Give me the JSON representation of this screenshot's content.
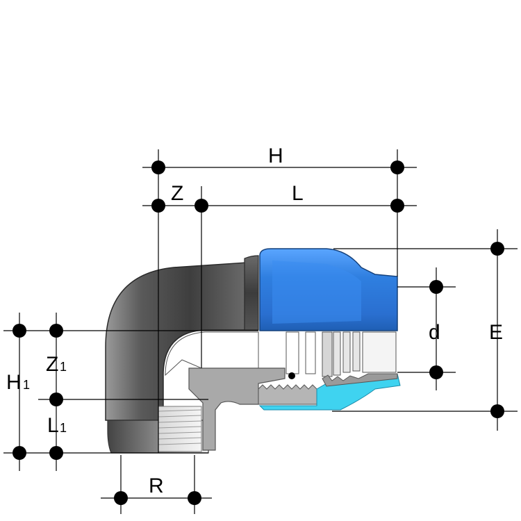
{
  "labels": {
    "H": "H",
    "Z": "Z",
    "L": "L",
    "d": "d",
    "E": "E",
    "H1_main": "H",
    "H1_sub": "1",
    "Z1_main": "Z",
    "Z1_sub": "1",
    "L1_main": "L",
    "L1_sub": "1",
    "R": "R"
  },
  "colors": {
    "body_dark": "#4a4a4a",
    "body_mid": "#8a8a8a",
    "cut_gray": "#a9a9a9",
    "nut_blue": "#2f7fe0",
    "nut_blue_dark": "#1f5fb4",
    "nut_cyan": "#3fd3f0",
    "white": "#ffffff"
  }
}
